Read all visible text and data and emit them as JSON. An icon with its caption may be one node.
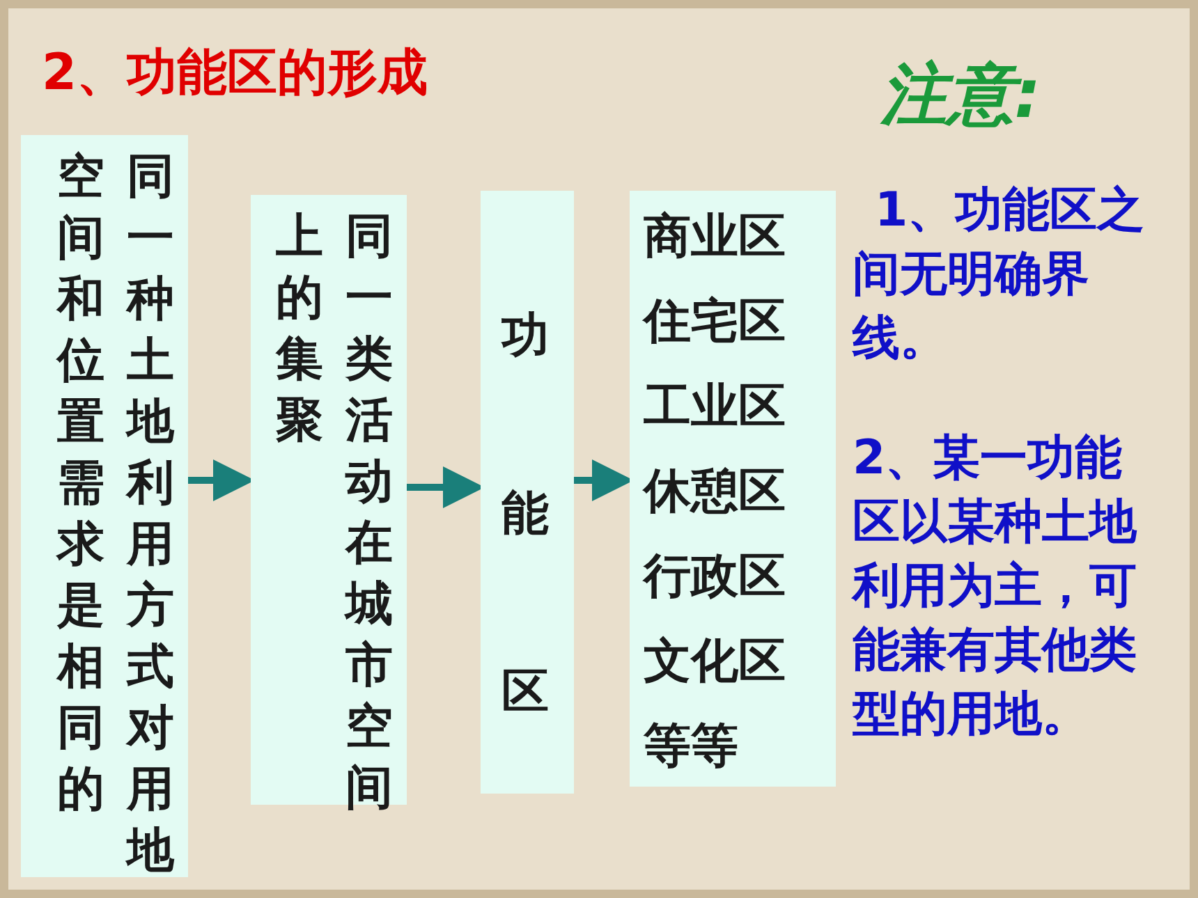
{
  "diagram": {
    "title": "2、功能区的形成",
    "nodes": [
      {
        "text": [
          "同一种土地利用方式对用地空间和位置需求是相同的"
        ]
      },
      {
        "text": [
          "同一类活动在城市空间上的集聚"
        ]
      },
      {
        "text": [
          "功能区"
        ]
      },
      {
        "text": [
          "商业区",
          "住宅区",
          "工业区",
          "休憩区",
          "行政区",
          "文化区",
          "等等"
        ]
      }
    ],
    "edges": [
      {
        "from": 0,
        "to": 1,
        "arrow": "to"
      },
      {
        "from": 1,
        "to": 2,
        "arrow": "to"
      },
      {
        "from": 2,
        "to": 3,
        "arrow": "to"
      }
    ],
    "labels": [
      "注意:",
      "1、功能区之间无明确界线。",
      "2、某一功能区以某种土地利用为主，可能兼有其他类型的用地。"
    ]
  }
}
